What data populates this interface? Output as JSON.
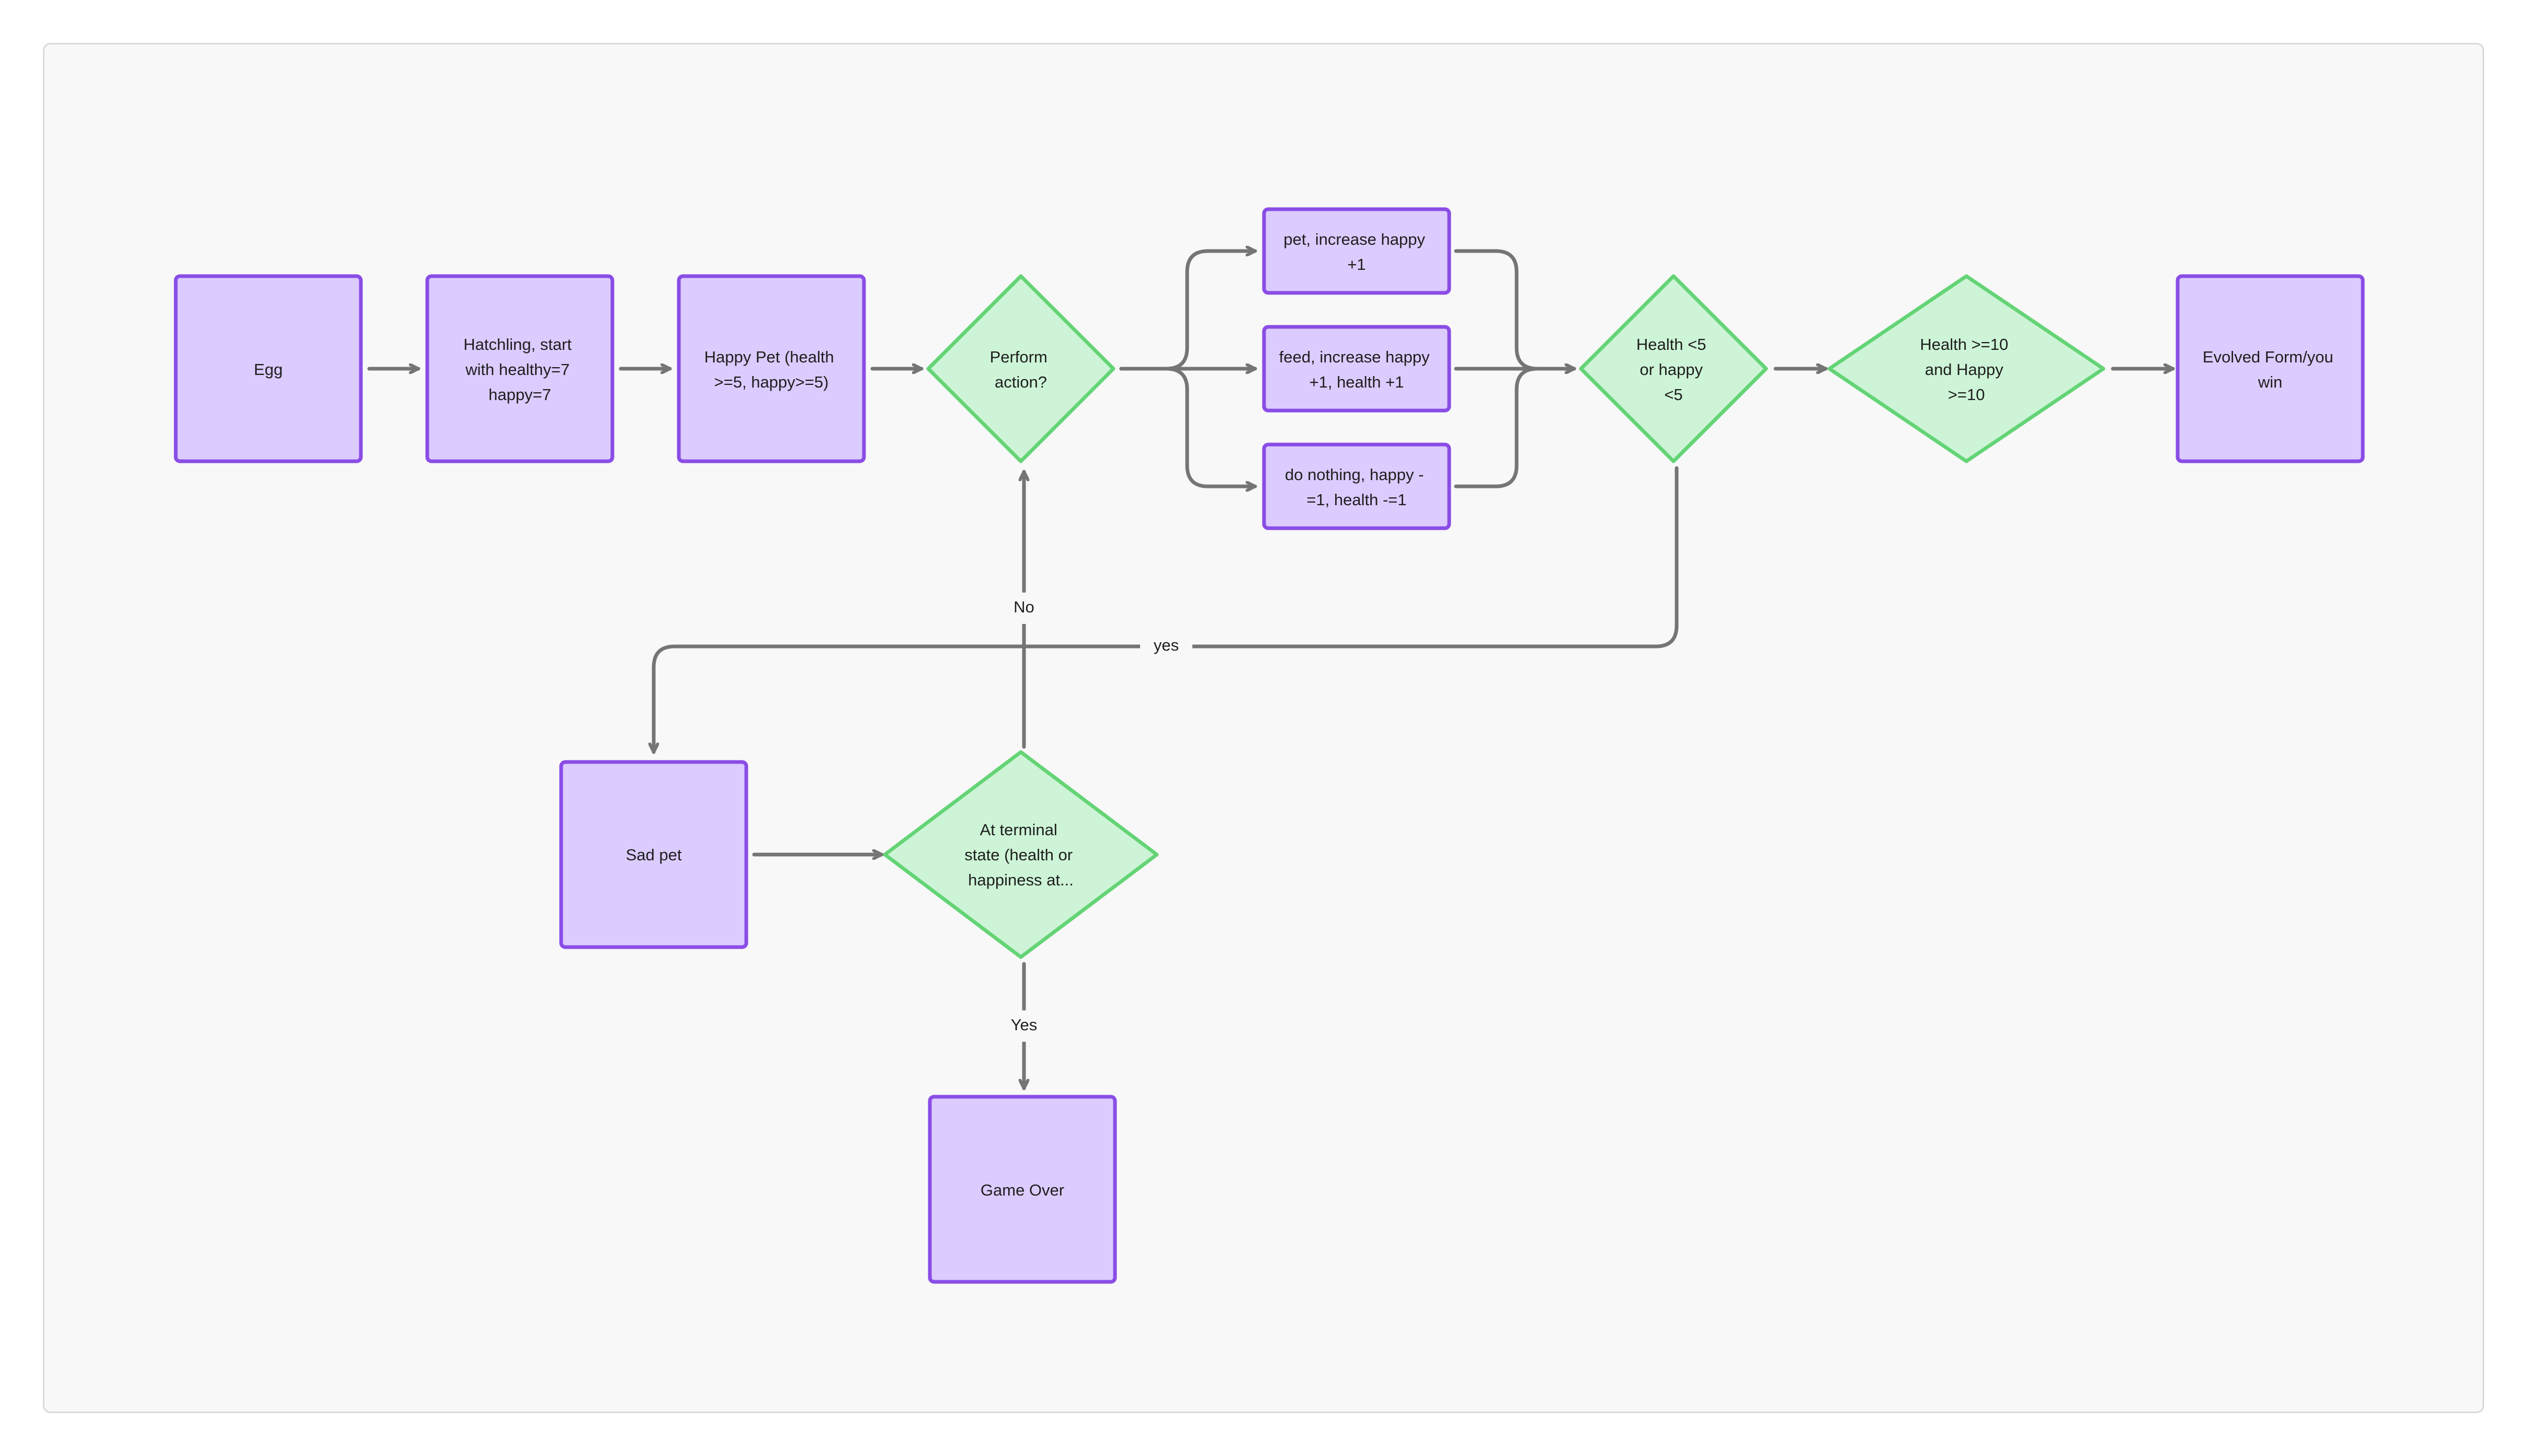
{
  "colors": {
    "process_fill": "#dccbff",
    "process_stroke": "#8a4de6",
    "decision_fill": "#cdf4d6",
    "decision_stroke": "#64d476",
    "connector": "#757575",
    "canvas": "#f8f8f8"
  },
  "nodes": {
    "egg": {
      "lines": [
        "Egg"
      ]
    },
    "hatchling": {
      "lines": [
        "Hatchling, start",
        "with healthy=7",
        "happy=7"
      ]
    },
    "happy_pet": {
      "lines": [
        "Happy Pet (health",
        ">=5, happy>=5)"
      ]
    },
    "perform_action": {
      "lines": [
        "Perform",
        "action?"
      ]
    },
    "pet": {
      "lines": [
        "pet, increase happy",
        "+1"
      ]
    },
    "feed": {
      "lines": [
        "feed, increase happy",
        "+1, health +1"
      ]
    },
    "do_nothing": {
      "lines": [
        "do nothing, happy -",
        "=1, health -=1"
      ]
    },
    "health_check": {
      "lines": [
        "Health <5",
        "or happy",
        "<5"
      ]
    },
    "win_check": {
      "lines": [
        "Health >=10",
        "and Happy",
        ">=10"
      ]
    },
    "evolved": {
      "lines": [
        "Evolved Form/you",
        "win"
      ]
    },
    "sad_pet": {
      "lines": [
        "Sad pet"
      ]
    },
    "terminal": {
      "lines": [
        "At terminal",
        "state (health or",
        "happiness at..."
      ]
    },
    "game_over": {
      "lines": [
        "Game Over"
      ]
    }
  },
  "edge_labels": {
    "no": "No",
    "yes_lower": "yes",
    "yes_terminal": "Yes"
  }
}
